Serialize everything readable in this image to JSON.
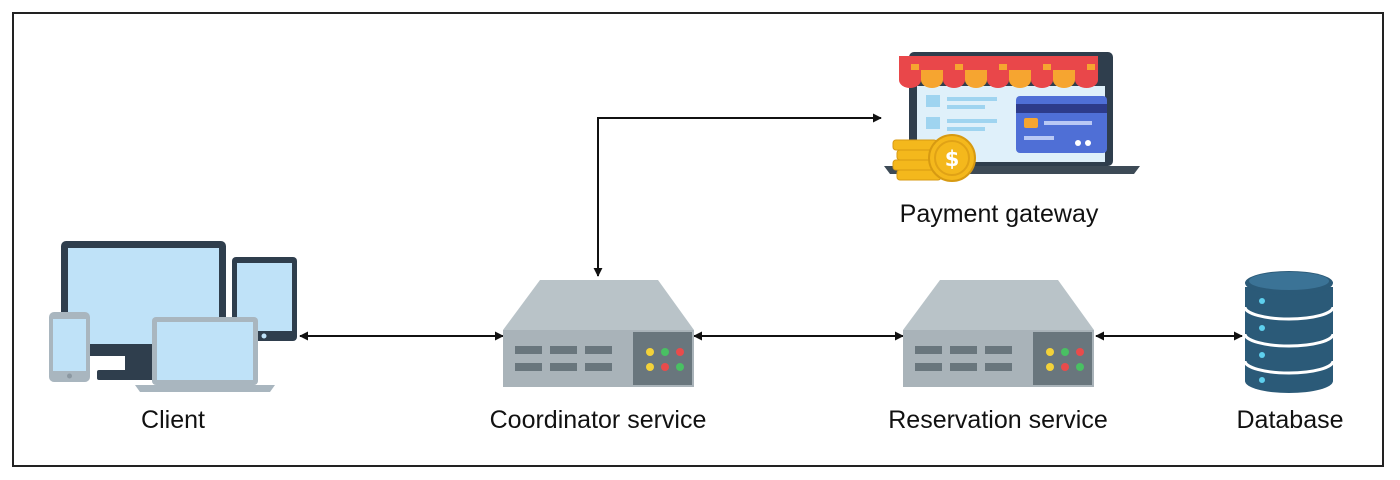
{
  "nodes": {
    "client": {
      "label": "Client"
    },
    "coordinator": {
      "label": "Coordinator service"
    },
    "reservation": {
      "label": "Reservation service"
    },
    "database": {
      "label": "Database"
    },
    "payment": {
      "label": "Payment gateway"
    }
  },
  "edges": [
    {
      "from": "client",
      "to": "coordinator",
      "direction": "both"
    },
    {
      "from": "coordinator",
      "to": "reservation",
      "direction": "both"
    },
    {
      "from": "reservation",
      "to": "database",
      "direction": "both"
    },
    {
      "from": "coordinator",
      "to": "payment",
      "direction": "both"
    }
  ],
  "colors": {
    "server_body": "#b9c3c8",
    "server_panel": "#69767d",
    "screen_blue": "#bfe2f8",
    "device_frame": "#2f3e4d",
    "db_blue": "#2b5a78",
    "awning_red": "#e9474a",
    "awning_orange": "#f6a530",
    "coin_gold": "#f4b81c",
    "card_blue": "#4f6fd6"
  }
}
